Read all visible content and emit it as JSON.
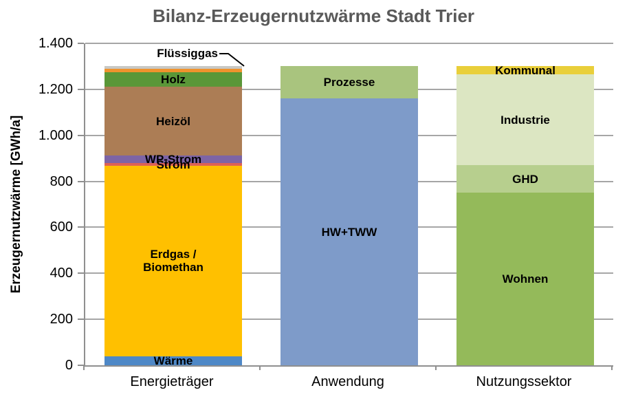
{
  "title": "Bilanz-Erzeugernutzwärme Stadt Trier",
  "chart_data": {
    "type": "bar",
    "stacked": true,
    "title": "Bilanz-Erzeugernutzwärme Stadt Trier",
    "ylabel": "Erzeugernutzwärme [GWh/a]",
    "unit": "GWh/a",
    "ylim": [
      0,
      1400
    ],
    "ytick_interval": 200,
    "ytick_labels": [
      "0",
      "200",
      "400",
      "600",
      "800",
      "1.000",
      "1.200",
      "1.400"
    ],
    "grid": true,
    "legend": "none (labels inside segments)",
    "categories": [
      "Energieträger",
      "Anwendung",
      "Nutzungssektor"
    ],
    "bars": [
      {
        "category": "Energieträger",
        "total": 1300,
        "segments": [
          {
            "label": "Wärme",
            "value": 40,
            "color": "#4e88c7"
          },
          {
            "label": "Erdgas / Biomethan",
            "lines": [
              "Erdgas /",
              "Biomethan"
            ],
            "value": 827,
            "color": "#ffc000"
          },
          {
            "label": "Strom",
            "value": 12,
            "color": "#dd6156"
          },
          {
            "label": "WP-Strom",
            "value": 33,
            "color": "#7d64a5"
          },
          {
            "label": "Heizöl",
            "value": 300,
            "color": "#ac7d55"
          },
          {
            "label": "Holz",
            "value": 62,
            "color": "#5a9738"
          },
          {
            "label": "Flüssiggas",
            "value": 16,
            "color": "#f0932d",
            "callout": true
          },
          {
            "label": "",
            "value": 10,
            "color": "#c8c8c4"
          }
        ]
      },
      {
        "category": "Anwendung",
        "total": 1300,
        "segments": [
          {
            "label": "HW+TWW",
            "value": 1160,
            "color": "#7e9bc9"
          },
          {
            "label": "Prozesse",
            "value": 140,
            "color": "#a9c47e"
          }
        ]
      },
      {
        "category": "Nutzungssektor",
        "total": 1300,
        "segments": [
          {
            "label": "Wohnen",
            "value": 750,
            "color": "#94ba5a"
          },
          {
            "label": "GHD",
            "value": 120,
            "color": "#b7cf8e"
          },
          {
            "label": "Industrie",
            "value": 395,
            "color": "#dce6c2"
          },
          {
            "label": "Kommunal",
            "value": 35,
            "color": "#e9cf3a"
          }
        ]
      }
    ],
    "colors": {
      "grid": "#a6a6a6",
      "axis": "#8f8f8f",
      "title_text": "#595959",
      "label_text": "#000000"
    }
  }
}
